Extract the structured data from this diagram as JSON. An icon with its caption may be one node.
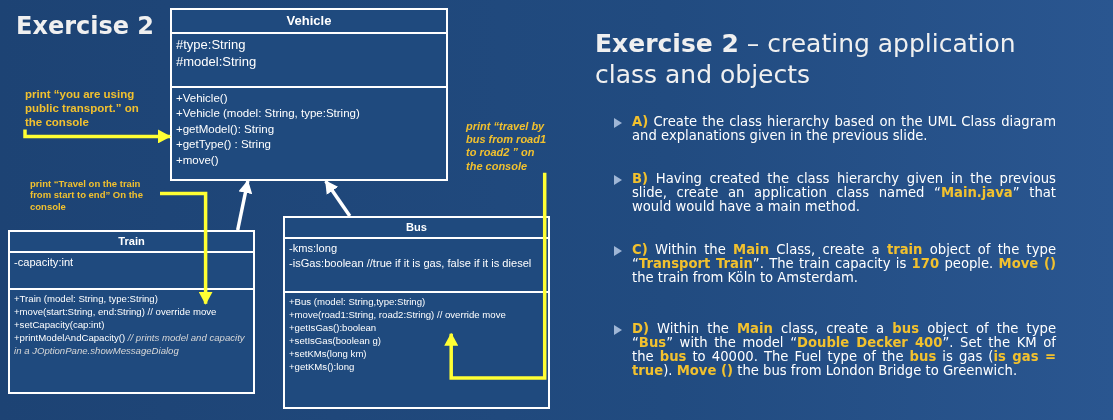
{
  "diagram": {
    "title": "Exercise 2",
    "nodes": [
      {
        "text": [
          "Vehicle",
          "#type:String",
          "#model:String",
          "+Vehicle()",
          "+Vehicle (model: String, type:String)",
          "+getModel(): String",
          "+getType() : String",
          "+move()"
        ]
      },
      {
        "text": [
          "print “you are using public transport.” on the console"
        ]
      },
      {
        "text": [
          "print “travel by bus from road1 to road2 ” on the console"
        ]
      },
      {
        "text": [
          "print “Travel on the train from start to end” On the console"
        ]
      },
      {
        "text": [
          "Train",
          "-capacity:int",
          "+Train (model: String, type:String)",
          "+move(start:String, end:String) // override move",
          "+setCapacity(cap:int)",
          "+printModelAndCapacity() *// prints model and capacity in a JOptionPane.showMessageDialog*"
        ]
      },
      {
        "text": [
          "Bus",
          "-kms:long",
          "-isGas:boolean //true if it is gas, false if it is diesel",
          "+Bus (model: String,type:String)",
          "+move(road1:String, road2:String) // override move",
          "+getIsGas():boolean",
          "+setIsGas(boolean g)",
          "+setKMs(long km)",
          "+getKMs():long"
        ]
      }
    ],
    "edges": [
      {
        "from": 4,
        "to": 0,
        "arrow": "to",
        "color": "#ffffff"
      },
      {
        "from": 5,
        "to": 0,
        "arrow": "to",
        "color": "#ffffff"
      },
      {
        "from": 1,
        "to": 0,
        "arrow": "to"
      },
      {
        "from": 3,
        "to": 4,
        "arrow": "to"
      },
      {
        "from": 2,
        "to": 5,
        "arrow": "to"
      }
    ],
    "labels": [
      "**Exercise 2** – creating application class and objects",
      "**A)** Create the class hierarchy based on the UML Class diagram and explanations given in the previous slide.",
      "**B)** Having created the class hierarchy given in the previous slide, create an application class named “**Main.java**” that would would have a main method.",
      "**C)** Within the **Main** Class, create a **train** object of the type “**Transport Train**”. The train capacity is **170** people. **Move ()** the train from Köln to Amsterdam.",
      "**D)** Within the **Main** class, create a **bus** object of the type “**Bus**” with the model “**Double Decker 400**”. Set the KM of the **bus** to 40000. The Fuel type of the **bus** is gas (**is gas = true**). **Move ()** the bus from London Bridge to Greenwich."
    ]
  }
}
